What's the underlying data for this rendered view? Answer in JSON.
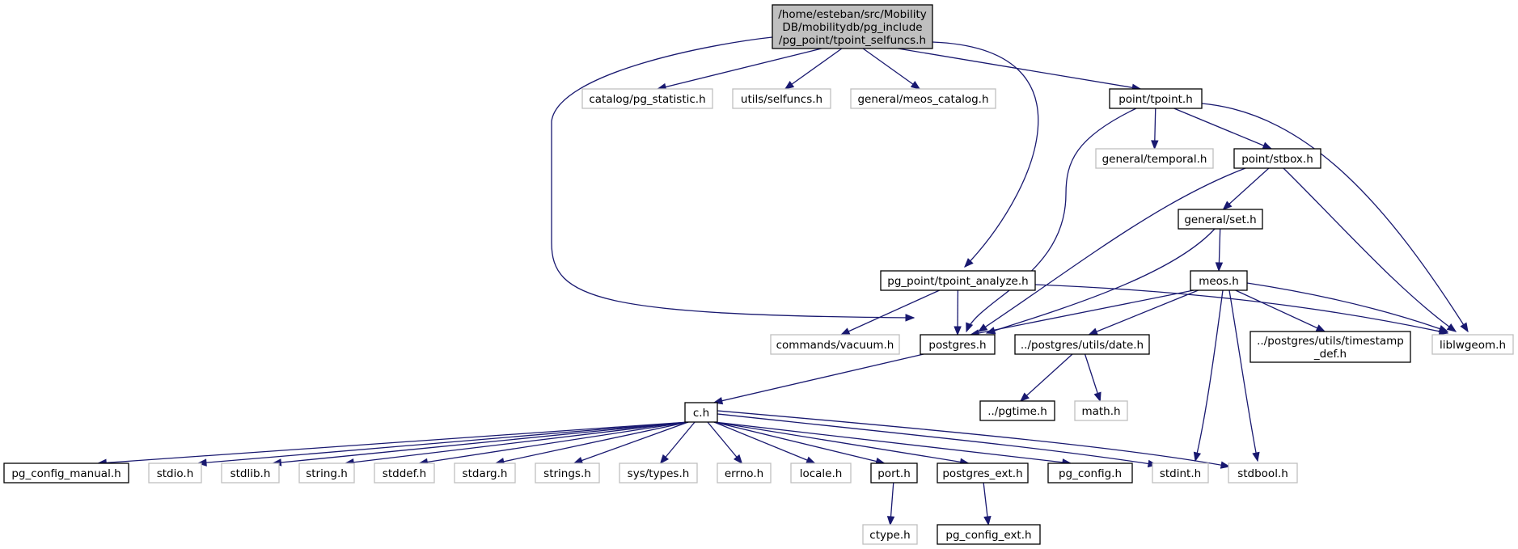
{
  "nodes": {
    "root": {
      "lines": [
        "/home/esteban/src/Mobility",
        "DB/mobilitydb/pg_include",
        "/pg_point/tpoint_selfuncs.h"
      ],
      "style": "root"
    },
    "pg_statistic": {
      "lines": [
        "catalog/pg_statistic.h"
      ],
      "style": "external"
    },
    "selfuncs": {
      "lines": [
        "utils/selfuncs.h"
      ],
      "style": "external"
    },
    "meos_catalog": {
      "lines": [
        "general/meos_catalog.h"
      ],
      "style": "external"
    },
    "tpoint": {
      "lines": [
        "point/tpoint.h"
      ],
      "style": "internal"
    },
    "temporal": {
      "lines": [
        "general/temporal.h"
      ],
      "style": "external"
    },
    "stbox": {
      "lines": [
        "point/stbox.h"
      ],
      "style": "internal"
    },
    "set": {
      "lines": [
        "general/set.h"
      ],
      "style": "internal"
    },
    "tpoint_analyze": {
      "lines": [
        "pg_point/tpoint_analyze.h"
      ],
      "style": "internal"
    },
    "meos": {
      "lines": [
        "meos.h"
      ],
      "style": "internal"
    },
    "vacuum": {
      "lines": [
        "commands/vacuum.h"
      ],
      "style": "external"
    },
    "postgres": {
      "lines": [
        "postgres.h"
      ],
      "style": "internal"
    },
    "date": {
      "lines": [
        "../postgres/utils/date.h"
      ],
      "style": "internal"
    },
    "timestamp_def": {
      "lines": [
        "../postgres/utils/timestamp",
        "_def.h"
      ],
      "style": "internal"
    },
    "liblwgeom": {
      "lines": [
        "liblwgeom.h"
      ],
      "style": "external"
    },
    "pgtime": {
      "lines": [
        "../pgtime.h"
      ],
      "style": "internal"
    },
    "math": {
      "lines": [
        "math.h"
      ],
      "style": "external"
    },
    "c": {
      "lines": [
        "c.h"
      ],
      "style": "internal"
    },
    "pg_config_manual": {
      "lines": [
        "pg_config_manual.h"
      ],
      "style": "internal"
    },
    "stdio": {
      "lines": [
        "stdio.h"
      ],
      "style": "external"
    },
    "stdlib": {
      "lines": [
        "stdlib.h"
      ],
      "style": "external"
    },
    "string": {
      "lines": [
        "string.h"
      ],
      "style": "external"
    },
    "stddef": {
      "lines": [
        "stddef.h"
      ],
      "style": "external"
    },
    "stdarg": {
      "lines": [
        "stdarg.h"
      ],
      "style": "external"
    },
    "strings": {
      "lines": [
        "strings.h"
      ],
      "style": "external"
    },
    "systypes": {
      "lines": [
        "sys/types.h"
      ],
      "style": "external"
    },
    "errno": {
      "lines": [
        "errno.h"
      ],
      "style": "external"
    },
    "locale": {
      "lines": [
        "locale.h"
      ],
      "style": "external"
    },
    "port": {
      "lines": [
        "port.h"
      ],
      "style": "internal"
    },
    "postgres_ext": {
      "lines": [
        "postgres_ext.h"
      ],
      "style": "internal"
    },
    "pg_config": {
      "lines": [
        "pg_config.h"
      ],
      "style": "internal"
    },
    "stdint": {
      "lines": [
        "stdint.h"
      ],
      "style": "external"
    },
    "stdbool": {
      "lines": [
        "stdbool.h"
      ],
      "style": "external"
    },
    "ctype": {
      "lines": [
        "ctype.h"
      ],
      "style": "external"
    },
    "pg_config_ext": {
      "lines": [
        "pg_config_ext.h"
      ],
      "style": "internal"
    }
  },
  "edges": [
    [
      "root",
      "pg_statistic"
    ],
    [
      "root",
      "selfuncs"
    ],
    [
      "root",
      "meos_catalog"
    ],
    [
      "root",
      "tpoint"
    ],
    [
      "root",
      "tpoint_analyze"
    ],
    [
      "root",
      "postgres"
    ],
    [
      "tpoint",
      "temporal"
    ],
    [
      "tpoint",
      "stbox"
    ],
    [
      "tpoint",
      "postgres"
    ],
    [
      "tpoint",
      "liblwgeom"
    ],
    [
      "stbox",
      "set"
    ],
    [
      "stbox",
      "postgres"
    ],
    [
      "stbox",
      "liblwgeom"
    ],
    [
      "set",
      "meos"
    ],
    [
      "set",
      "postgres"
    ],
    [
      "tpoint_analyze",
      "vacuum"
    ],
    [
      "tpoint_analyze",
      "postgres"
    ],
    [
      "tpoint_analyze",
      "liblwgeom"
    ],
    [
      "meos",
      "postgres"
    ],
    [
      "meos",
      "date"
    ],
    [
      "meos",
      "timestamp_def"
    ],
    [
      "meos",
      "liblwgeom"
    ],
    [
      "meos",
      "stdint"
    ],
    [
      "meos",
      "stdbool"
    ],
    [
      "date",
      "pgtime"
    ],
    [
      "date",
      "math"
    ],
    [
      "postgres",
      "c"
    ],
    [
      "c",
      "pg_config_manual"
    ],
    [
      "c",
      "stdio"
    ],
    [
      "c",
      "stdlib"
    ],
    [
      "c",
      "string"
    ],
    [
      "c",
      "stddef"
    ],
    [
      "c",
      "stdarg"
    ],
    [
      "c",
      "strings"
    ],
    [
      "c",
      "systypes"
    ],
    [
      "c",
      "errno"
    ],
    [
      "c",
      "locale"
    ],
    [
      "c",
      "port"
    ],
    [
      "c",
      "postgres_ext"
    ],
    [
      "c",
      "pg_config"
    ],
    [
      "c",
      "stdint"
    ],
    [
      "c",
      "stdbool"
    ],
    [
      "port",
      "ctype"
    ],
    [
      "postgres_ext",
      "pg_config_ext"
    ]
  ],
  "colors": {
    "edge": "#191970",
    "root_fill": "#bfbfbf",
    "internal_border": "#000000",
    "external_border": "#bfbfbf"
  }
}
